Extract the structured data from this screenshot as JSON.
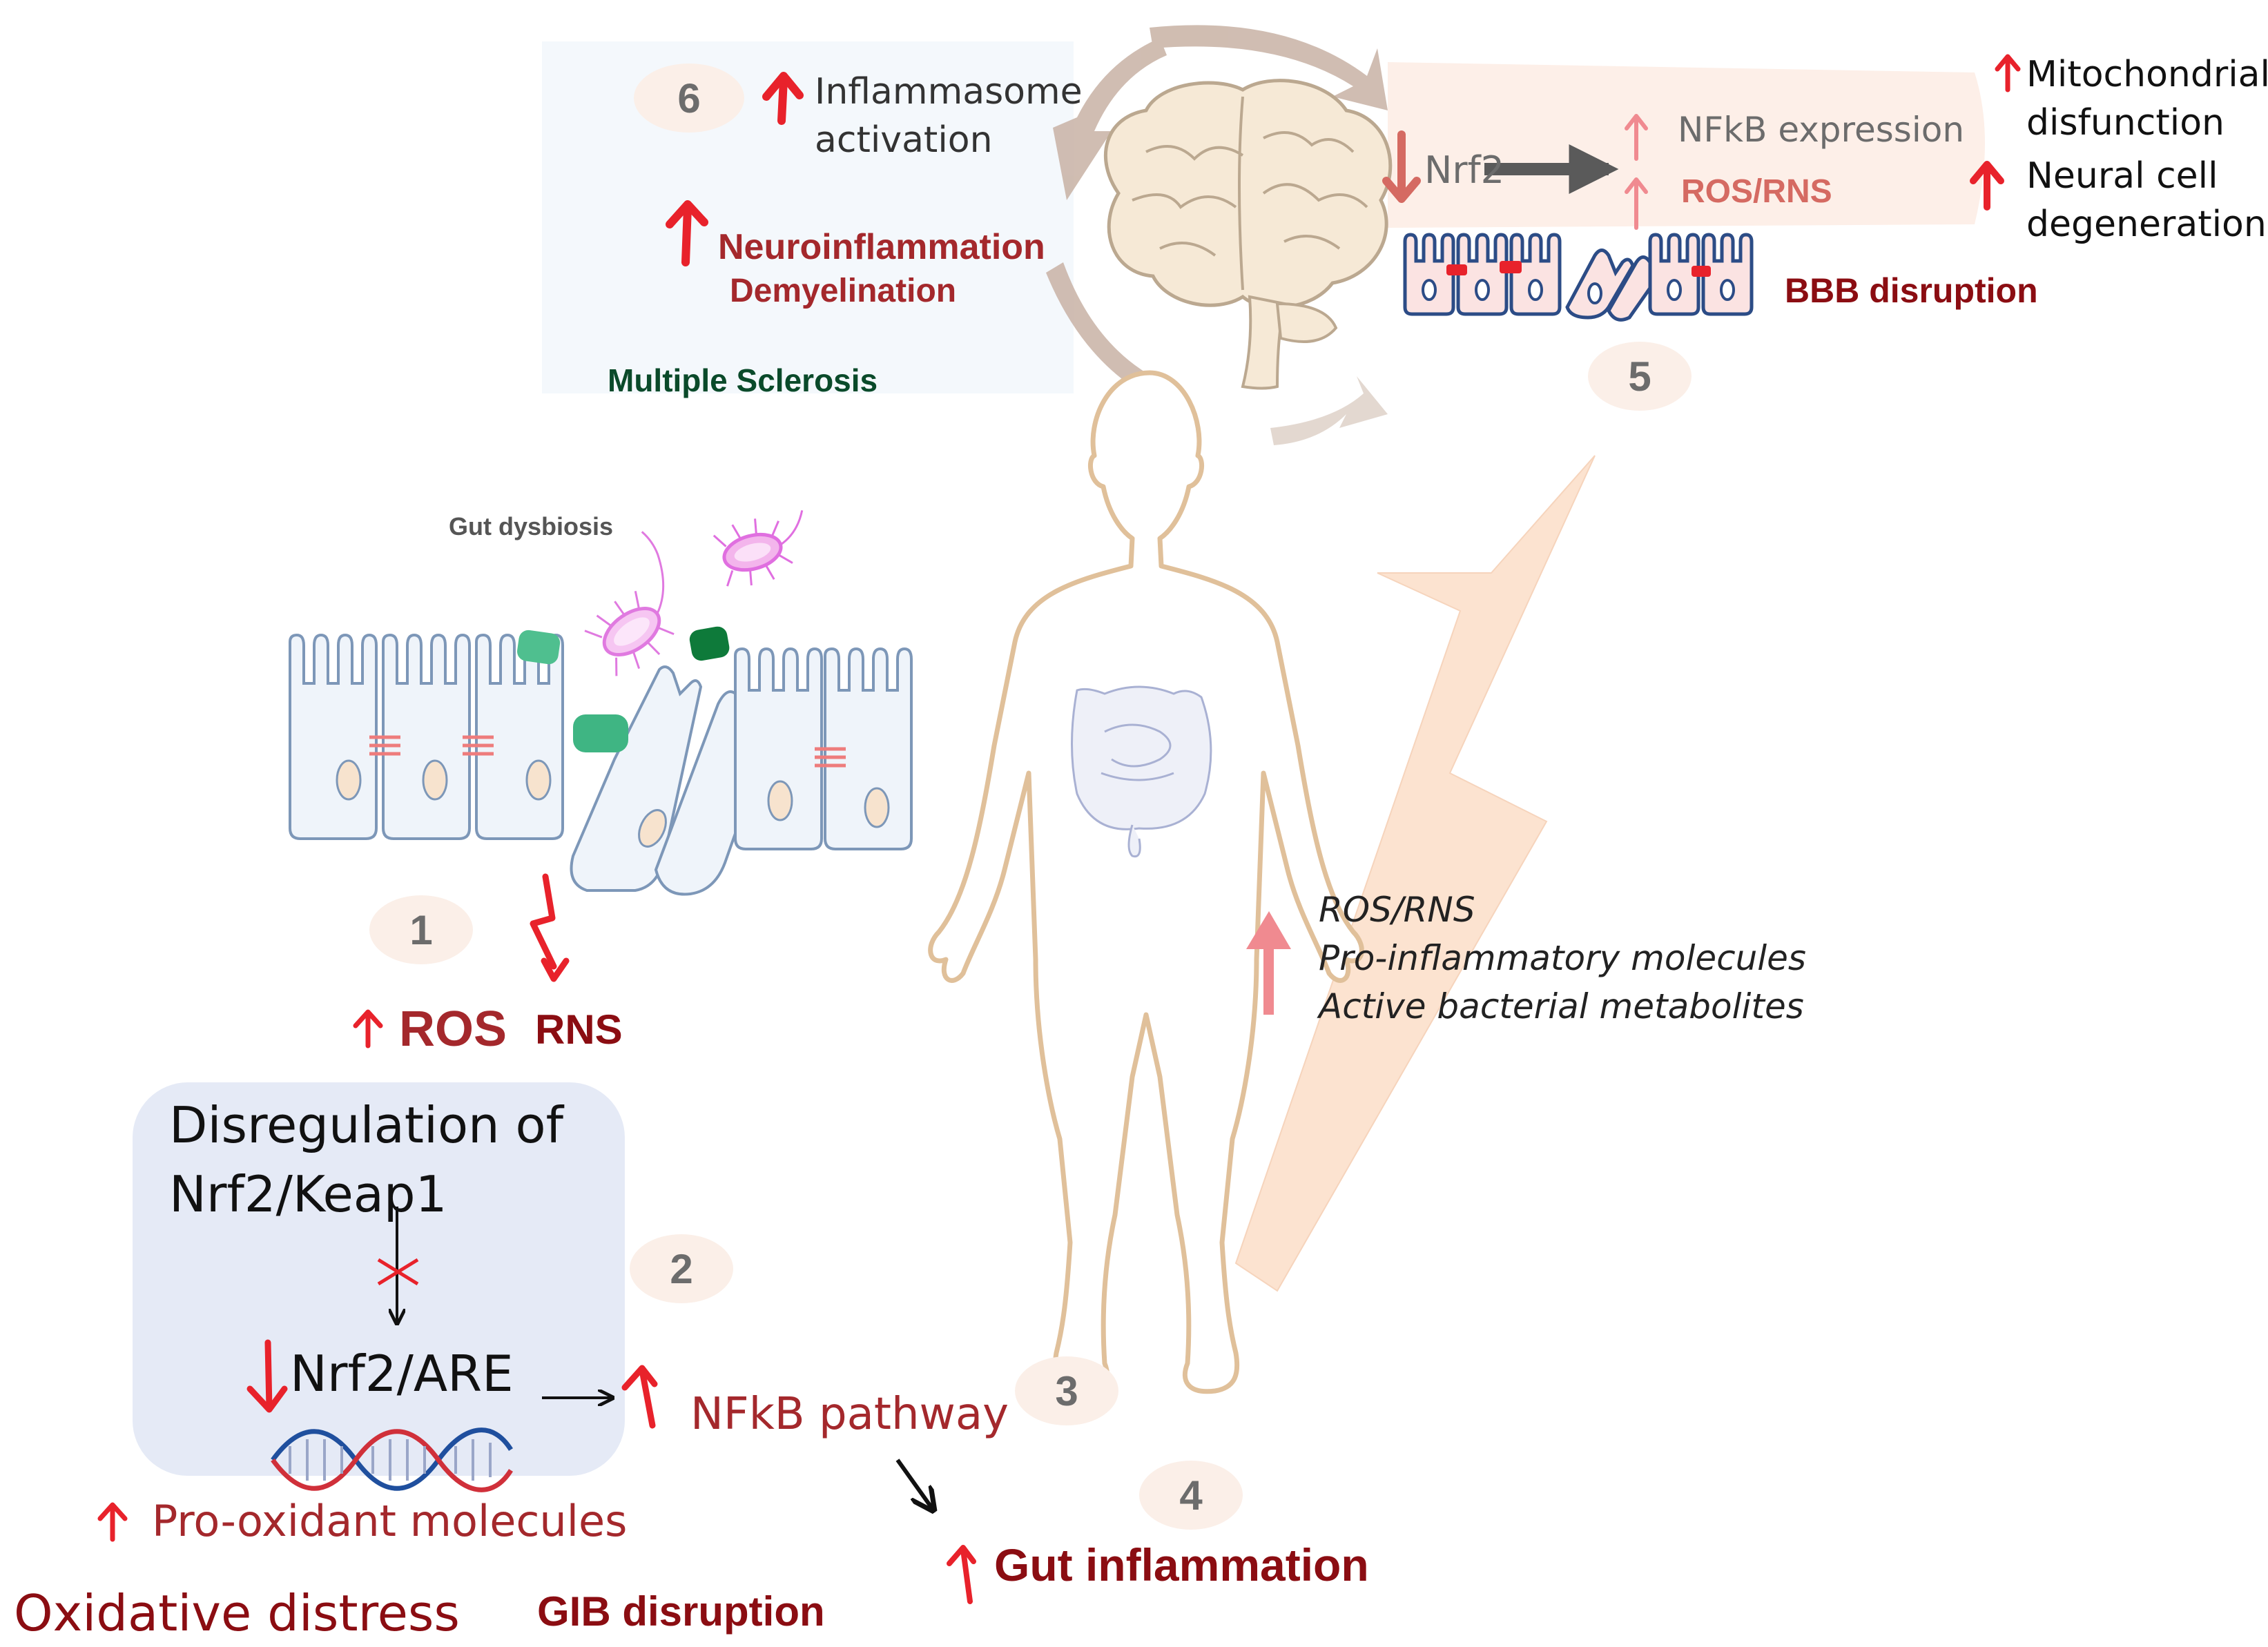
{
  "colors": {
    "dark_red": "#8B0D12",
    "medium_red": "#A4282C",
    "arrow_red": "#E8222B",
    "salmon": "#D56A62",
    "pink_arrow": "#F08A90",
    "gray_text": "#6C6C6C",
    "dark_green": "#0A4A2A",
    "skin_outline": "#E0C09A",
    "big_arrow": "#FCE3D0",
    "panel_blue": "#E5EAF6",
    "ms_panel": "#F4F8FC",
    "bbb_panel": "#FDEFE8",
    "cell_outline": "#7D97B8",
    "bbb_cell": "#2C4C86",
    "number_bubble": "#FBEFE8"
  },
  "steps": {
    "s1": "1",
    "s2": "2",
    "s3": "3",
    "s4": "4",
    "s5": "5",
    "s6": "6"
  },
  "gut": {
    "dysbiosis_label": "Gut dysbiosis",
    "ros": "ROS",
    "rns": "RNS"
  },
  "nrf2_box": {
    "line1": "Disregulation of",
    "line2": "Nrf2/Keap1",
    "nrf2_are": "Nrf2/ARE"
  },
  "pro_oxidant": "Pro-oxidant molecules",
  "oxidative_distress": "Oxidative distress",
  "gib_disruption": "GIB disruption",
  "nfkb_pathway": "NFkB pathway",
  "gut_inflammation": "Gut inflammation",
  "systemic": {
    "line1": "ROS/RNS",
    "line2": "Pro-inflammatory molecules",
    "line3": "Active bacterial metabolites"
  },
  "ms": {
    "inflammasome_l1": "Inflammasome",
    "inflammasome_l2": "activation",
    "neuroinflammation": "Neuroinflammation",
    "demyelination": "Demyelination",
    "disease": "Multiple Sclerosis"
  },
  "bbb": {
    "nrf2": "Nrf2",
    "nfkb_expression": "NFkB expression",
    "ros_rns": "ROS/RNS",
    "mito_l1": "Mitochondrial",
    "mito_l2": "disfunction",
    "neural_l1": "Neural cell",
    "neural_l2": "degeneration",
    "disruption": "BBB disruption"
  }
}
